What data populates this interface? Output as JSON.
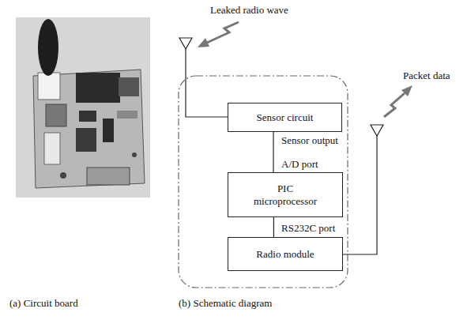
{
  "diagram": {
    "nodes": [
      {
        "text": [
          "Sensor circuit"
        ]
      },
      {
        "text": [
          "PIC microprocessor"
        ]
      },
      {
        "text": [
          "Radio module"
        ]
      }
    ],
    "edges": [
      {
        "from": 0,
        "to": 1,
        "arrow": "none"
      },
      {
        "from": 1,
        "to": 2,
        "arrow": "none"
      }
    ],
    "labels": [
      "Leaked radio wave",
      "Sensor output",
      "A/D port",
      "RS232C port",
      "Packet data",
      "(a) Circuit board",
      "(b) Schematic diagram"
    ]
  }
}
